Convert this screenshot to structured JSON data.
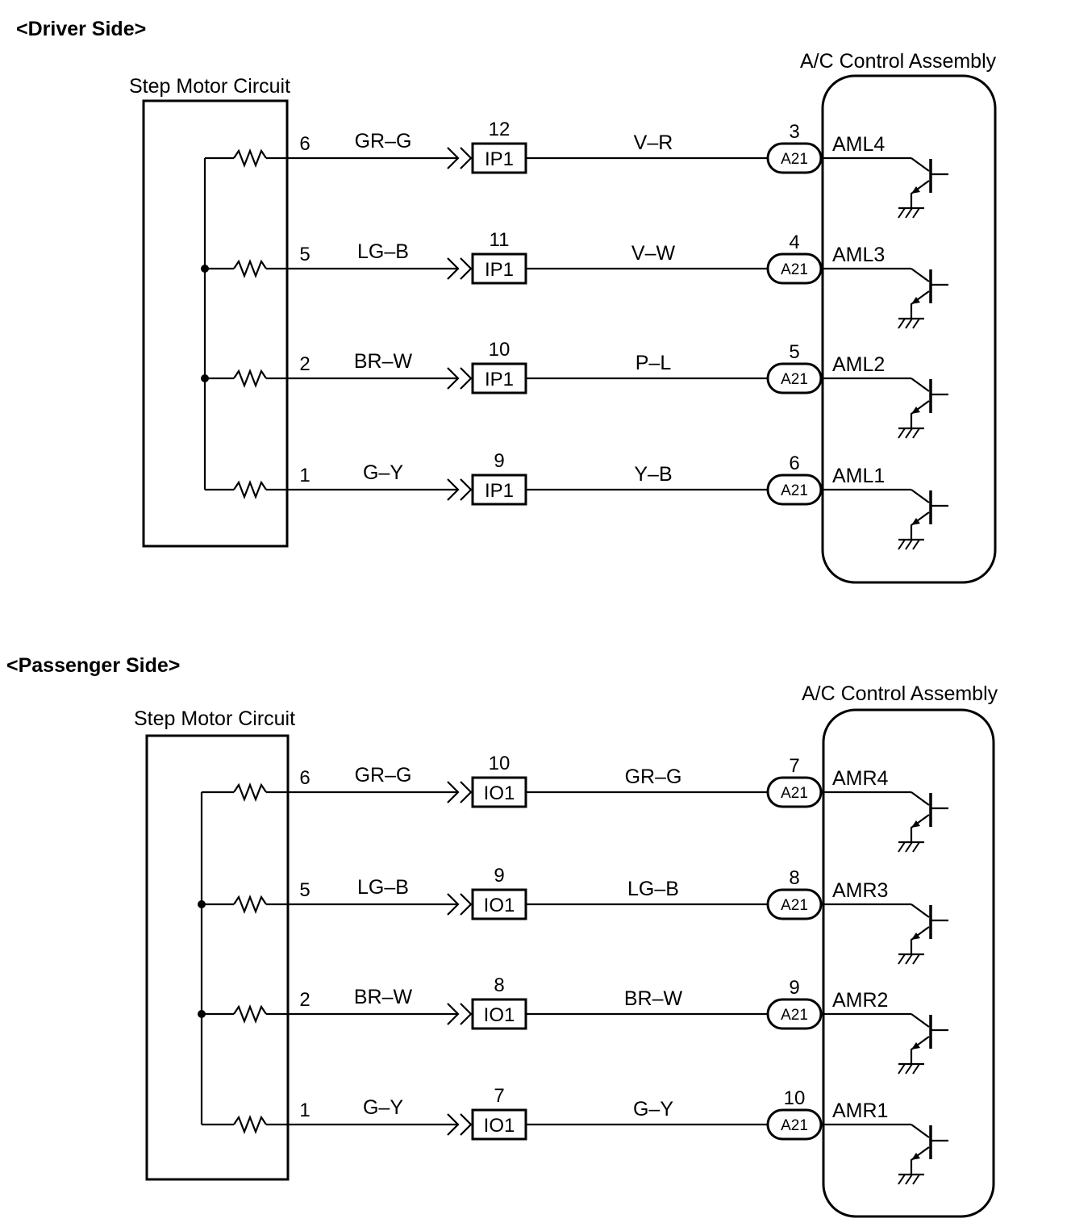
{
  "sections": [
    {
      "id": "driver",
      "heading": "<Driver Side>",
      "left_box_label": "Step Motor Circuit",
      "right_box_label": "A/C Control Assembly",
      "rows": [
        {
          "pin": "6",
          "wire1": "GR–G",
          "conn_num": "12",
          "conn": "IP1",
          "wire2": "V–R",
          "a_num": "3",
          "a_conn": "A21",
          "signal": "AML4"
        },
        {
          "pin": "5",
          "wire1": "LG–B",
          "conn_num": "11",
          "conn": "IP1",
          "wire2": "V–W",
          "a_num": "4",
          "a_conn": "A21",
          "signal": "AML3"
        },
        {
          "pin": "2",
          "wire1": "BR–W",
          "conn_num": "10",
          "conn": "IP1",
          "wire2": "P–L",
          "a_num": "5",
          "a_conn": "A21",
          "signal": "AML2"
        },
        {
          "pin": "1",
          "wire1": "G–Y",
          "conn_num": "9",
          "conn": "IP1",
          "wire2": "Y–B",
          "a_num": "6",
          "a_conn": "A21",
          "signal": "AML1"
        }
      ]
    },
    {
      "id": "passenger",
      "heading": "<Passenger Side>",
      "left_box_label": "Step Motor Circuit",
      "right_box_label": "A/C Control Assembly",
      "rows": [
        {
          "pin": "6",
          "wire1": "GR–G",
          "conn_num": "10",
          "conn": "IO1",
          "wire2": "GR–G",
          "a_num": "7",
          "a_conn": "A21",
          "signal": "AMR4"
        },
        {
          "pin": "5",
          "wire1": "LG–B",
          "conn_num": "9",
          "conn": "IO1",
          "wire2": "LG–B",
          "a_num": "8",
          "a_conn": "A21",
          "signal": "AMR3"
        },
        {
          "pin": "2",
          "wire1": "BR–W",
          "conn_num": "8",
          "conn": "IO1",
          "wire2": "BR–W",
          "a_num": "9",
          "a_conn": "A21",
          "signal": "AMR2"
        },
        {
          "pin": "1",
          "wire1": "G–Y",
          "conn_num": "7",
          "conn": "IO1",
          "wire2": "G–Y",
          "a_num": "10",
          "a_conn": "A21",
          "signal": "AMR1"
        }
      ]
    }
  ]
}
